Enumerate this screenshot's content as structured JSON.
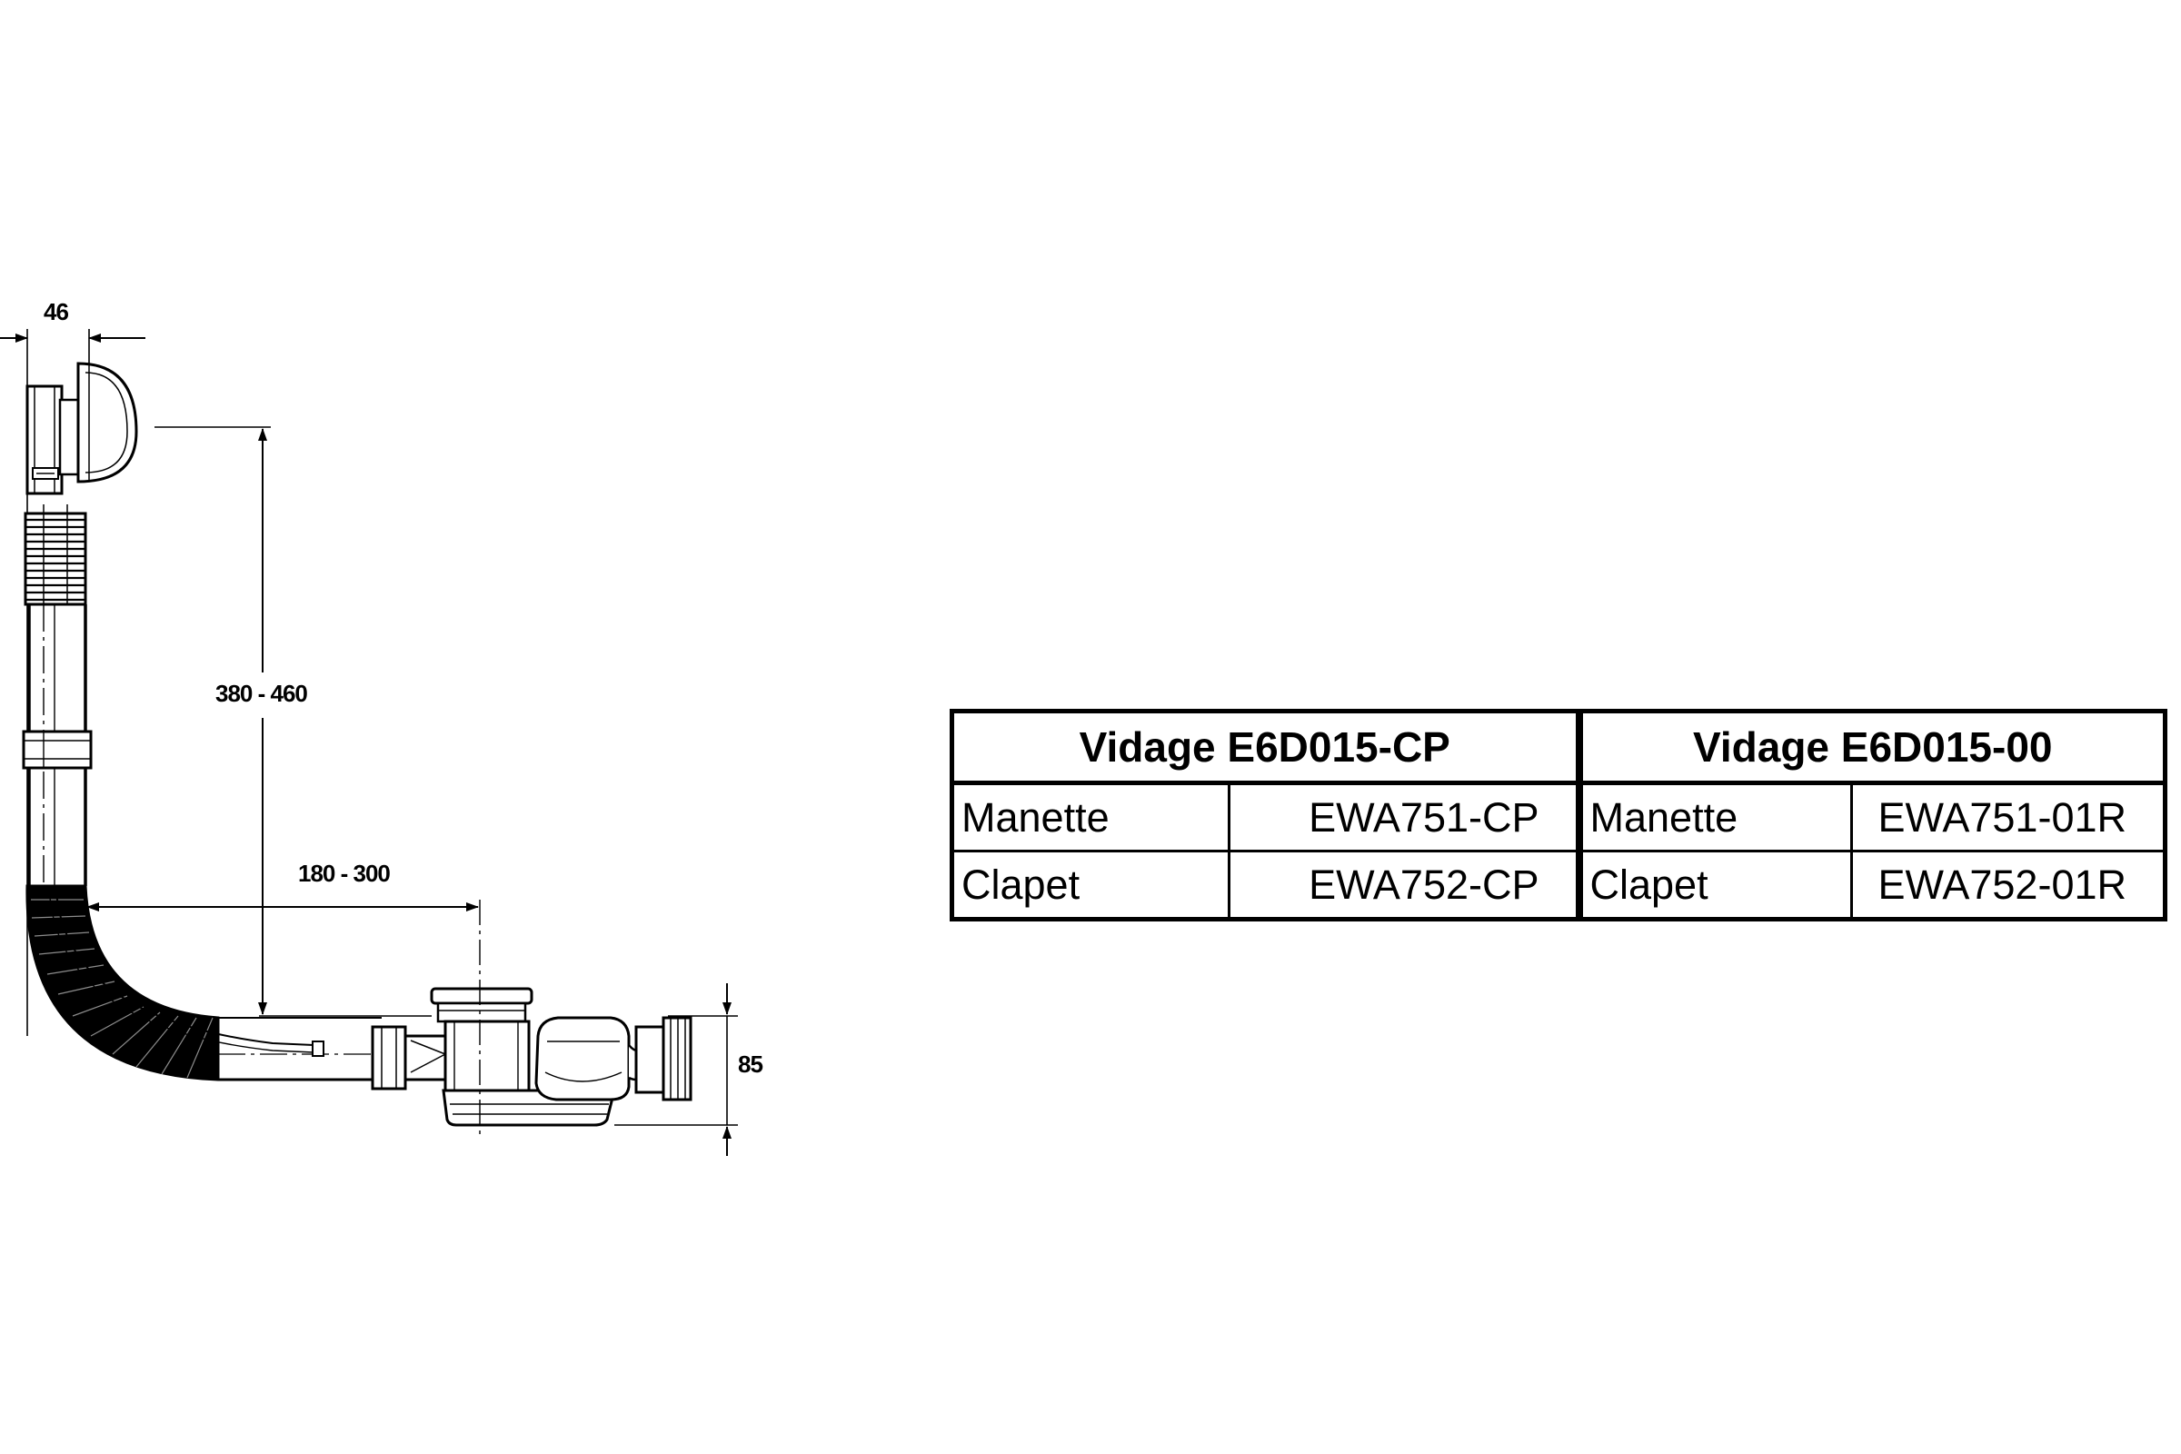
{
  "diagram": {
    "dimensions": {
      "top_width": "46",
      "vertical_range": "380 - 460",
      "horizontal_range": "180 - 300",
      "drain_height": "85"
    }
  },
  "table": {
    "groups": [
      {
        "title": "Vidage E6D015-CP",
        "rows": [
          {
            "label": "Manette",
            "ref": "EWA751-CP"
          },
          {
            "label": "Clapet",
            "ref": "EWA752-CP"
          }
        ]
      },
      {
        "title": "Vidage E6D015-00",
        "rows": [
          {
            "label": "Manette",
            "ref": "EWA751-01R"
          },
          {
            "label": "Clapet",
            "ref": "EWA752-01R"
          }
        ]
      }
    ]
  }
}
